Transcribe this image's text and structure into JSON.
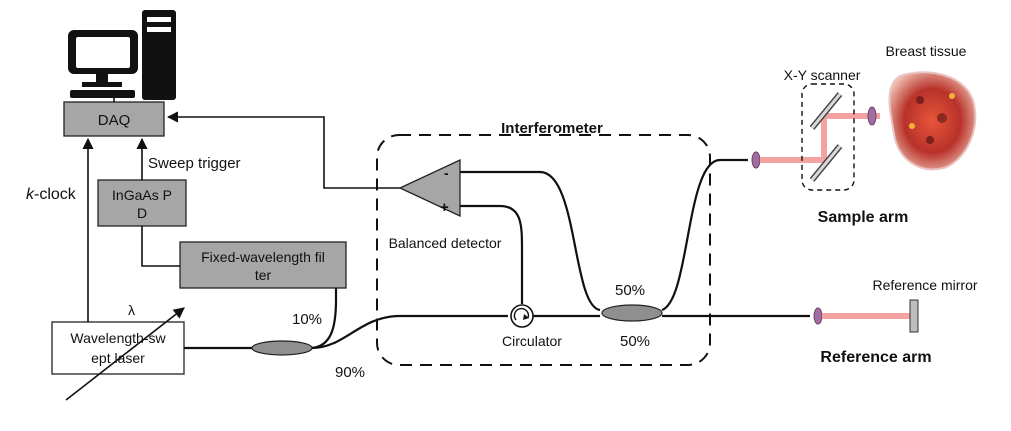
{
  "labels": {
    "daq": "DAQ",
    "sweep_trigger": "Sweep trigger",
    "k_clock_k": "k",
    "k_clock_rest": "-clock",
    "photodetector_line1": "InGaAs P",
    "photodetector_line2": "D",
    "filter_line1": "Fixed-wavelength fil",
    "filter_line2": "ter",
    "laser_line1": "Wavelength-sw",
    "laser_line2": "ept laser",
    "lambda": "λ",
    "ratio_10": "10%",
    "ratio_90": "90%",
    "interferometer": "Interferometer",
    "balanced_detector": "Balanced detector",
    "minus": "-",
    "plus": "+",
    "circulator": "Circulator",
    "ratio_50_top": "50%",
    "ratio_50_bottom": "50%",
    "xy_scanner": "X-Y scanner",
    "breast_tissue": "Breast tissue",
    "sample_arm": "Sample arm",
    "reference_mirror": "Reference mirror",
    "reference_arm": "Reference arm"
  },
  "colors": {
    "box_fill": "#a6a6a6",
    "beam": "#f4a3a3",
    "lens": "#a06fa0",
    "tissue": "#c0392b"
  },
  "icons": [
    "computer-icon",
    "circulator-icon",
    "lens-icon",
    "mirror-icon",
    "tissue-image"
  ]
}
